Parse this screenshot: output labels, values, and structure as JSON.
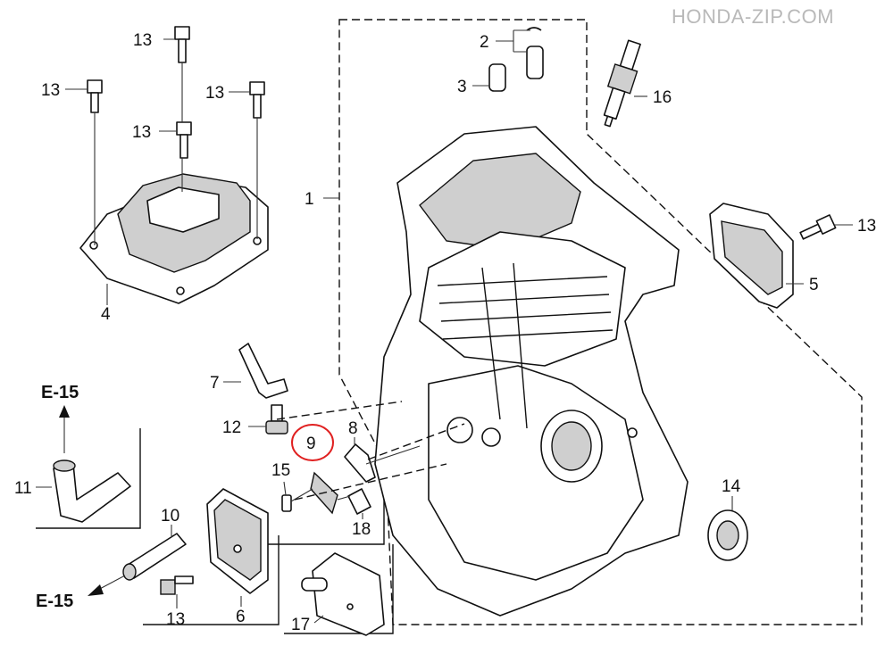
{
  "watermark": "HONDA-ZIP.COM",
  "highlight_color": "#e02020",
  "callouts": {
    "c1": "1",
    "c2": "2",
    "c3": "3",
    "c4": "4",
    "c5": "5",
    "c6": "6",
    "c7": "7",
    "c8": "8",
    "c9": "9",
    "c10": "10",
    "c11": "11",
    "c12": "12",
    "c13a": "13",
    "c13b": "13",
    "c13c": "13",
    "c13d": "13",
    "c13e": "13",
    "c13f": "13",
    "c14": "14",
    "c15": "15",
    "c16": "16",
    "c17": "17",
    "c18": "18"
  },
  "references": {
    "e15_top": "E-15",
    "e15_bottom": "E-15"
  },
  "highlighted_part": "9"
}
